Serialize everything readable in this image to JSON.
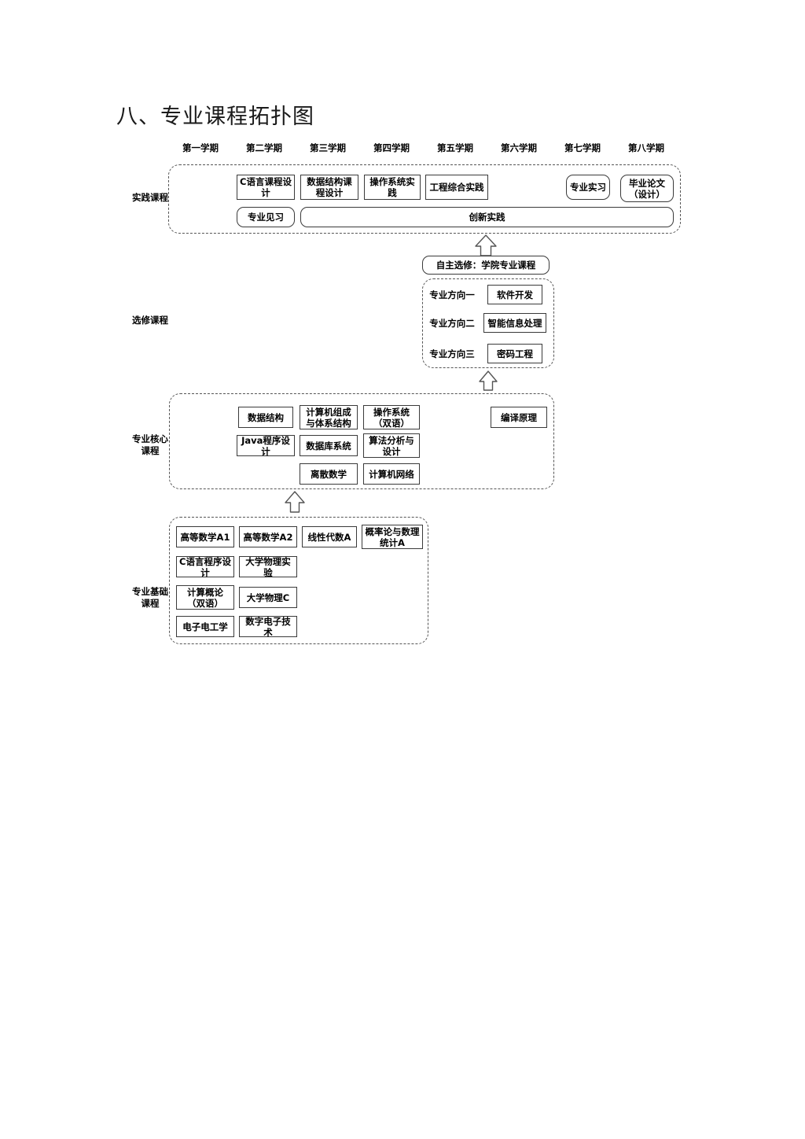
{
  "page": {
    "title": "八、专业课程拓扑图"
  },
  "semesters": [
    {
      "label": "第一学期"
    },
    {
      "label": "第二学期"
    },
    {
      "label": "第三学期"
    },
    {
      "label": "第四学期"
    },
    {
      "label": "第五学期"
    },
    {
      "label": "第六学期"
    },
    {
      "label": "第七学期"
    },
    {
      "label": "第八学期"
    }
  ],
  "sections": {
    "practice": {
      "label": "实践课程",
      "courses": [
        {
          "name": "C语言课程设计"
        },
        {
          "name": "数据结构课程设计"
        },
        {
          "name": "操作系统实践"
        },
        {
          "name": "工程综合实践"
        },
        {
          "name": "专业实习"
        },
        {
          "name": "毕业论文（设计）"
        },
        {
          "name": "专业见习"
        },
        {
          "name": "创新实践"
        }
      ]
    },
    "elective": {
      "label": "选修课程",
      "header": "自主选修：学院专业课程",
      "directions": [
        {
          "label": "专业方向一",
          "course": "软件开发"
        },
        {
          "label": "专业方向二",
          "course": "智能信息处理"
        },
        {
          "label": "专业方向三",
          "course": "密码工程"
        }
      ]
    },
    "core": {
      "label": "专业核心课程",
      "label_line1": "专业核心",
      "label_line2": "课程",
      "courses": [
        {
          "name": "数据结构"
        },
        {
          "name": "计算机组成与体系结构"
        },
        {
          "name": "操作系统（双语）"
        },
        {
          "name": "编译原理"
        },
        {
          "name": "Java程序设计"
        },
        {
          "name": "数据库系统"
        },
        {
          "name": "算法分析与设计"
        },
        {
          "name": "离散数学"
        },
        {
          "name": "计算机网络"
        }
      ]
    },
    "foundation": {
      "label": "专业基础课程",
      "label_line1": "专业基础",
      "label_line2": "课程",
      "courses": [
        {
          "name": "高等数学A1"
        },
        {
          "name": "高等数学A2"
        },
        {
          "name": "线性代数A"
        },
        {
          "name": "概率论与数理统计A"
        },
        {
          "name": "C语言程序设计"
        },
        {
          "name": "大学物理实验"
        },
        {
          "name": "计算概论（双语）"
        },
        {
          "name": "大学物理C"
        },
        {
          "name": "电子电工学"
        },
        {
          "name": "数字电子技术"
        }
      ]
    }
  },
  "arrows": [
    {
      "name": "arrow-elective-to-practice"
    },
    {
      "name": "arrow-core-to-elective"
    },
    {
      "name": "arrow-foundation-to-core"
    }
  ],
  "colors": {
    "box_border": "#3a3a3a",
    "dashed_border": "#555555",
    "text": "#000000",
    "background": "#ffffff"
  }
}
